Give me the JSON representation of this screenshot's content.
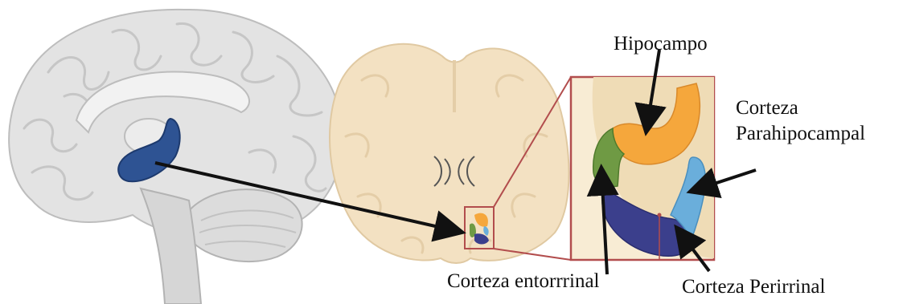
{
  "labels": {
    "hippocampus": "Hipocampo",
    "parahippocampal_line1": "Corteza",
    "parahippocampal_line2": "Parahipocampal",
    "entorhinal": "Corteza entorrrinal",
    "perirhinal": "Corteza Perirrinal"
  },
  "colors": {
    "hippocampus": "#f5a73c",
    "entorhinal": "#6f9a44",
    "perirhinal": "#3b3f8c",
    "parahippocampal": "#6aaedb",
    "medial_temporal_lobe": "#2e5393",
    "brain_tissue": "#f3e1c2",
    "inset_frame": "#b24d4d",
    "arrow": "#111111"
  }
}
